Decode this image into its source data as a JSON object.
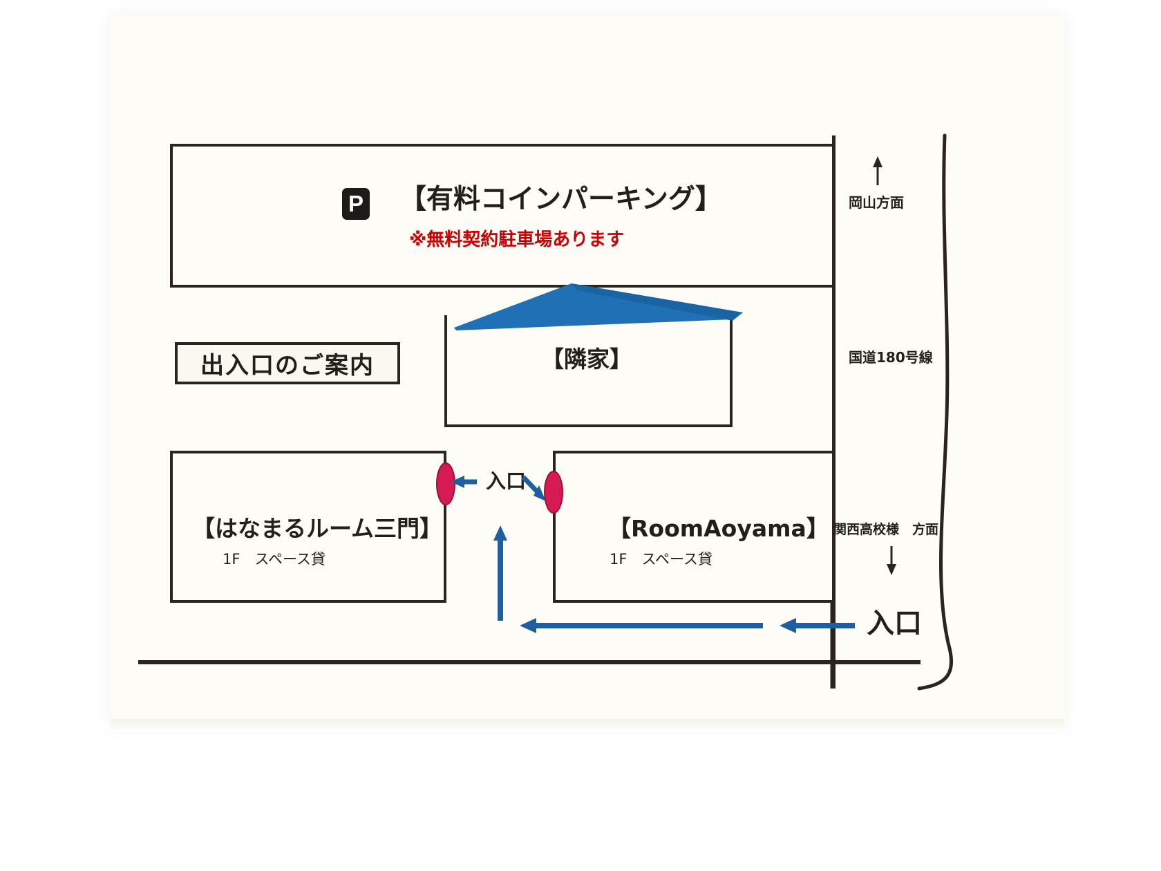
{
  "document": {
    "kind": "hand-drawn parking / entrance guide map",
    "sheet_background": "#fdfcf6",
    "ink_color": "#2a2320"
  },
  "parking": {
    "p_icon": "P",
    "title": "【有料コインパーキング】",
    "note": "※無料契約駐車場あります",
    "note_color": "#cc0000"
  },
  "guide": {
    "heading": "出入口のご案内"
  },
  "neighbor": {
    "label": "【隣家】",
    "roof_color": "#1f70b5"
  },
  "buildings": [
    {
      "name": "【はなまるルーム三門】",
      "sub": "1F　スペース貸"
    },
    {
      "name": "【RoomAoyama】",
      "sub": "1F　スペース貸"
    }
  ],
  "entrances": {
    "middle_label": "入口",
    "road_label": "入口",
    "marker_color": "#d51b51",
    "arrow_color": "#1d5fa2"
  },
  "road": {
    "name": "国道180号線",
    "north_direction": "岡山方面",
    "south_direction": "関西高校様　方面"
  }
}
